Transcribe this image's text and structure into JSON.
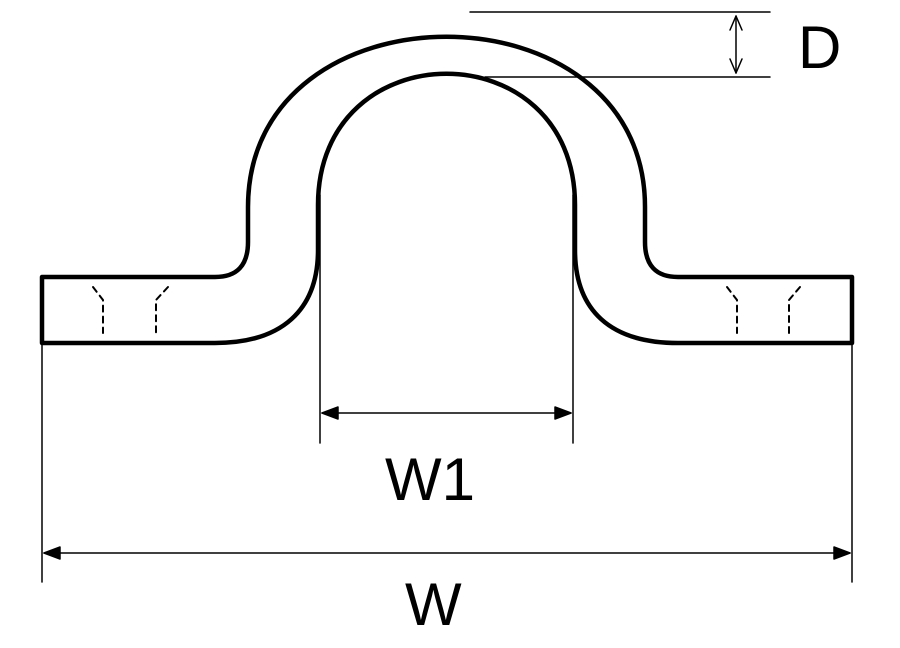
{
  "diagram": {
    "labels": {
      "d": "D",
      "w1": "W1",
      "w": "W"
    },
    "colors": {
      "stroke": "#000000",
      "background": "#ffffff"
    }
  }
}
